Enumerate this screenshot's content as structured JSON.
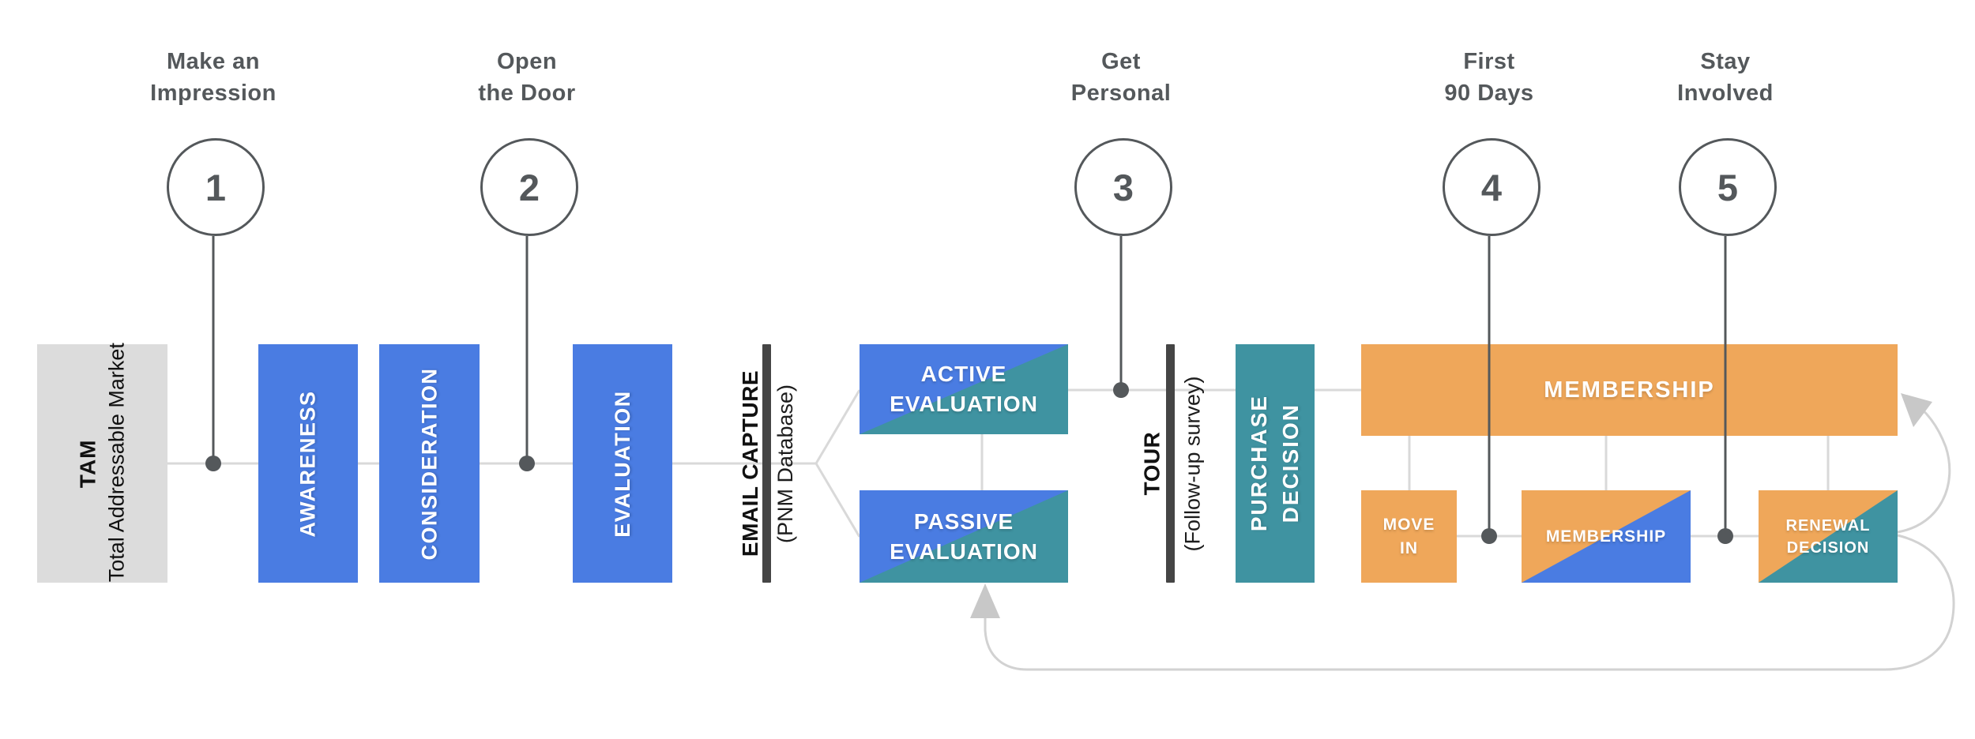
{
  "colors": {
    "blue": "#4A7CE2",
    "teal": "#3F93A1",
    "orange": "#EFA75A",
    "gray_box": "#DCDCDC",
    "bar_dark": "#454545",
    "stem_dark": "#54585B",
    "line_light": "#D9D9D9",
    "loop_gray": "#D2D2D2",
    "arrow_gray": "#C8C8C8",
    "box_text": "#FFFFFF"
  },
  "stages": [
    {
      "number": "1",
      "label_lines": [
        "Make an",
        "Impression"
      ]
    },
    {
      "number": "2",
      "label_lines": [
        "Open",
        "the Door"
      ]
    },
    {
      "number": "3",
      "label_lines": [
        "Get",
        "Personal"
      ]
    },
    {
      "number": "4",
      "label_lines": [
        "First",
        "90 Days"
      ]
    },
    {
      "number": "5",
      "label_lines": [
        "Stay",
        "Involved"
      ]
    }
  ],
  "boxes": {
    "tam": {
      "title": "TAM",
      "subtitle": "Total Addressable Market"
    },
    "awareness": {
      "label": "AWARENESS"
    },
    "consideration": {
      "label": "CONSIDERATION"
    },
    "evaluation": {
      "label": "EVALUATION"
    },
    "active_evaluation": {
      "label_lines": [
        "ACTIVE",
        "EVALUATION"
      ]
    },
    "passive_evaluation": {
      "label_lines": [
        "PASSIVE",
        "EVALUATION"
      ]
    },
    "purchase_decision": {
      "label_lines": [
        "PURCHASE",
        "DECISION"
      ]
    },
    "membership_main": {
      "label": "MEMBERSHIP"
    },
    "move_in": {
      "label_lines": [
        "MOVE",
        "IN"
      ]
    },
    "membership_small": {
      "label": "MEMBERSHIP"
    },
    "renewal_decision": {
      "label_lines": [
        "RENEWAL",
        "DECISION"
      ]
    }
  },
  "gates": {
    "email_capture": {
      "label": "EMAIL CAPTURE",
      "sublabel": "(PNM Database)"
    },
    "tour": {
      "label": "TOUR",
      "sublabel": "(Follow-up survey)"
    }
  }
}
